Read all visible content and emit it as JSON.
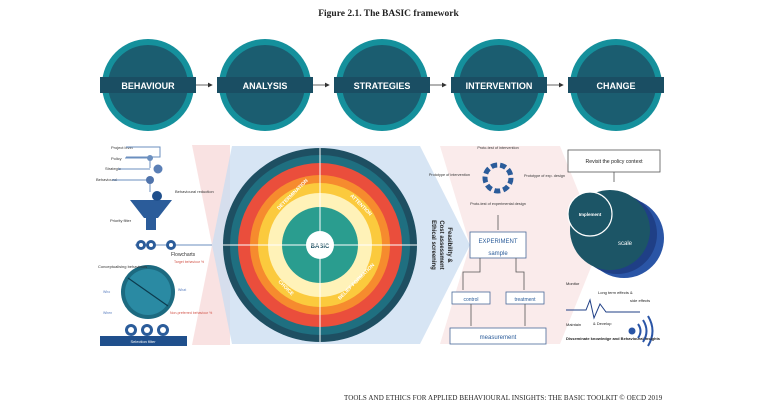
{
  "figure_title": "Figure 2.1. The BASIC framework",
  "footer": "TOOLS AND ETHICS FOR APPLIED BEHAVIOURAL INSIGHTS: THE BASIC TOOLKIT © OECD 2019",
  "stages": [
    {
      "label": "Behaviour"
    },
    {
      "label": "Analysis"
    },
    {
      "label": "Strategies"
    },
    {
      "label": "Intervention"
    },
    {
      "label": "Change"
    }
  ],
  "behaviour_panel": {
    "levels": [
      "Project level",
      "Policy",
      "Strategic",
      "Behavioural"
    ],
    "behavioural_reduction": "Behavioural reduction",
    "priority_filter": "Priority filter",
    "conceptualising": "Conceptualising behaviours",
    "floatcharts": "Flowcharts",
    "target_behaviour": "Target behaviour %",
    "who": "Who",
    "what": "What",
    "when": "When",
    "non_preferred": "Non-preferred behaviour %",
    "selection_filter": "Selection filter"
  },
  "wheel": {
    "center": "BASIC",
    "quadrants": [
      "DETERMINATION",
      "ATTENTION",
      "BELIEF FORMATION",
      "CHOICE"
    ],
    "side_text_1": "Feasibility &",
    "side_text_2": "Cost assessment",
    "side_text_3": "Ethical screening"
  },
  "intervention_panel": {
    "proto_test_top": "Proto-test of intervention",
    "prototype_intervention": "Prototype of intervention",
    "prototype_design": "Prototype of exp. design",
    "proto_test_design": "Proto-test of experimental design",
    "experiment": "EXPERIMENT",
    "sample": "sample",
    "control": "control",
    "treatment": "treatment",
    "measurement": "measurement"
  },
  "change_panel": {
    "revisit": "Revisit the policy context",
    "implement": "Implement",
    "scale": "scale",
    "monitor": "Monitor",
    "long_term": "Long term effects &",
    "side_effects": "side effects",
    "maintain": "Maintain",
    "develop": "& Develop",
    "disseminate": "Disseminate knowledge and Behavioural insights"
  },
  "colors": {
    "teal": "#1f5f6e",
    "teal_ring": "#0f8e8e",
    "navy": "#1d3d7a",
    "orange": "#f0862e",
    "red": "#d94d3c",
    "yellow": "#f8c43a",
    "light_blue": "#b9d2ec",
    "pink": "#f6d6d6"
  }
}
